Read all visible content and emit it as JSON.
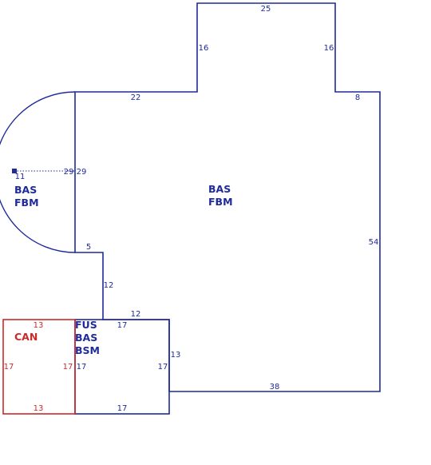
{
  "colors": {
    "main": "#1f2b9a",
    "can": "#cc2a2a"
  },
  "dims": {
    "top_25": "25",
    "left_16": "16",
    "right_16": "16",
    "step_22": "22",
    "step_8": "8",
    "right_54": "54",
    "bottom_38": "38",
    "notch_5": "5",
    "notch_12_v": "12",
    "notch_12_h": "12",
    "radius_11": "11",
    "chord_29_a": "29",
    "chord_29_b": "29",
    "box_17_top": "17",
    "box_17_left": "17",
    "box_17_right": "17",
    "box_17_bottom": "17",
    "box_13_right": "13",
    "can_13_top": "13",
    "can_13_bottom": "13",
    "can_17_left": "17",
    "can_17_right": "17"
  },
  "labels": {
    "main_l1": "BAS",
    "main_l2": "FBM",
    "bay_l1": "BAS",
    "bay_l2": "FBM",
    "box_l1": "FUS",
    "box_l2": "BAS",
    "box_l3": "BSM",
    "can": "CAN"
  }
}
